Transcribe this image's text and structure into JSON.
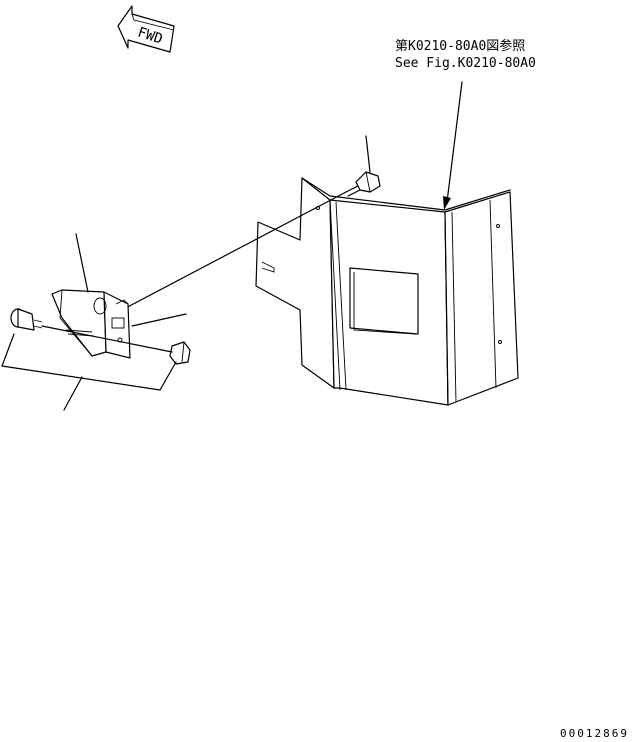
{
  "fwd_label": "FWD",
  "reference": {
    "line_jp": "第K0210-80A0図参照",
    "line_en": "See Fig.K0210-80A0"
  },
  "drawing_number": "00012869"
}
